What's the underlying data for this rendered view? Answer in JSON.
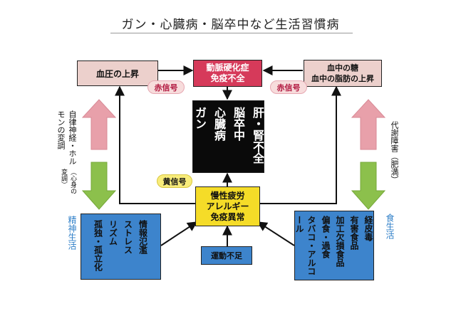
{
  "title": "ガン・心臓病・脳卒中など生活習慣病",
  "top_center": {
    "line1": "動脈硬化症",
    "line2": "免疫不全"
  },
  "top_left": "血圧の上昇",
  "top_right": {
    "line1": "血中の糖",
    "line2": "血中の脂肪の上昇"
  },
  "red_signal_left": "赤信号",
  "red_signal_right": "赤信号",
  "diseases": [
    "ガン",
    "心臓病",
    "脳卒中",
    "肝・腎不全"
  ],
  "yellow_signal": "黄信号",
  "middle": {
    "line1": "慢性疲労",
    "line2": "アレルギー",
    "line3": "免疫異常"
  },
  "left_side_label": {
    "main": "自律神経・ホルモンの変調",
    "sub": "（心身の変調）"
  },
  "right_side_label": "代謝障害（肥満）",
  "left_category": "精神生活",
  "right_category": "食生活",
  "left_causes": [
    "情報氾濫",
    "ストレス",
    "リズム",
    "孤独・孤立化"
  ],
  "right_causes": [
    "経皮毒",
    "有害食品",
    "加工欠損食品",
    "偏食・過食",
    "タバコ・アルコール"
  ],
  "bottom_center": "運動不足",
  "colors": {
    "pink_box": "#ecd0cc",
    "red_box": "#d63a5a",
    "black_box": "#0a0a0a",
    "yellow_box": "#f5dc28",
    "blue_box": "#3d84cc",
    "pill_fill": "#f7dcdc",
    "pill_text": "#b0143c",
    "category_text": "#2f7fc8",
    "arrow_pink": "#e8a0aa",
    "arrow_green": "#8cc04c"
  }
}
